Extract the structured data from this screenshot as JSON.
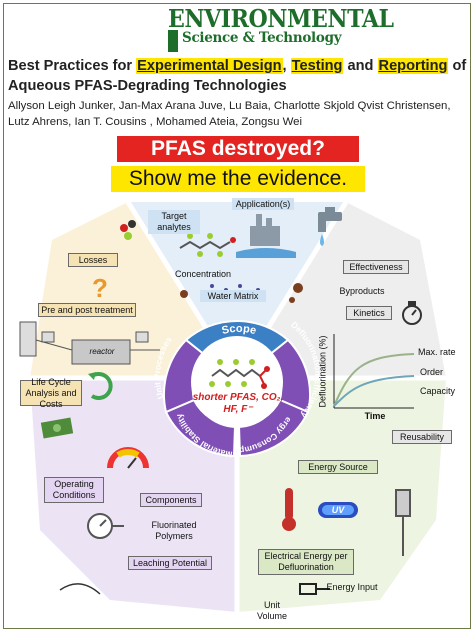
{
  "journal": {
    "line1": "ENVIRONMENTAL",
    "line2": "Science & Technology"
  },
  "title": {
    "lead": "Best Practices for ",
    "term1": "Experimental Design",
    "sep1": ", ",
    "term2": "Testing",
    "sep2": " and ",
    "term3": "Reporting",
    "tail": " of Aqueous PFAS-Degrading Technologies"
  },
  "authors": "Allyson Leigh Junker, Jan-Max Arana Juve, Lu Baia, Charlotte Skjold Qvist Christensen, Lutz Ahrens, Ian T. Cousins , Mohamed Ateia, Zongsu Wei",
  "slogan": {
    "line1": "PFAS destroyed?",
    "line2": "Show me the evidence."
  },
  "top_sector": {
    "applications": "Application(s)",
    "target": "Target analytes",
    "concentration": "Concentration",
    "water_matrix": "Water Matrix"
  },
  "left_sector": {
    "losses": "Losses",
    "pre_post": "Pre and post treatment",
    "reactor": "reactor",
    "lca": "Life Cycle Analysis and Costs"
  },
  "right_sector": {
    "effectiveness": "Effectiveness",
    "byproducts": "Byproducts",
    "kinetics": "Kinetics",
    "y_axis": "Defluorination (%)",
    "x_axis": "Time",
    "max_rate": "Max. rate",
    "order": "Order",
    "capacity": "Capacity",
    "reusability": "Reusability"
  },
  "bottom_left_sector": {
    "operating": "Operating Conditions",
    "components": "Components",
    "fluorinated": "Fluorinated Polymers",
    "leaching": "Leaching Potential"
  },
  "bottom_right_sector": {
    "energy_source": "Energy Source",
    "uv": "UV",
    "electrical": "Electrical Energy per Defluorination",
    "energy_input": "Energy Input",
    "unit_volume": "Unit Volume"
  },
  "ring": {
    "scope": "Scope",
    "defluorination": "Defluorination Efficiency",
    "energy": "Energy Consumption",
    "material": "Material Stability",
    "unit_processes": "Unit Processes"
  },
  "center": {
    "products": "shorter PFAS, CO₂, HF, F⁻"
  },
  "colors": {
    "red": "#e32421",
    "yellow": "#ffe600",
    "scope_blue": "#3b7fc4",
    "ring_purple": "#7f4fb5",
    "journal_green": "#1e6e2b"
  }
}
